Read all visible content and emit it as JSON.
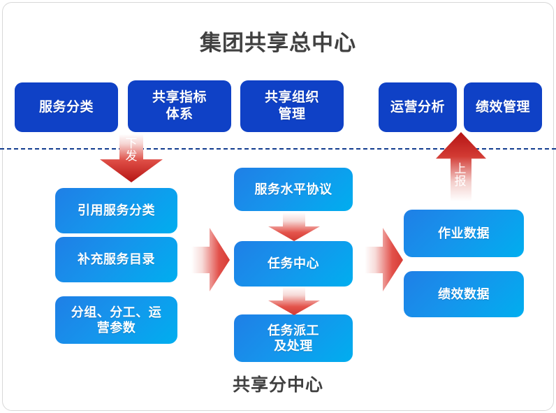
{
  "diagram": {
    "title": "集团共享总中心",
    "subtitle": "共享分中心",
    "colors": {
      "dark_blue": "#0F41C6",
      "light_blue_start": "#1F7FE6",
      "light_blue_end": "#00AEEF",
      "arrow_red": "#E0403A",
      "divider": "#123C8F",
      "title_text": "#404040"
    },
    "top_boxes": [
      {
        "label": "服务分类"
      },
      {
        "label": "共享指标\n体系",
        "line1": "共享指标",
        "line2": "体系"
      },
      {
        "label": "共享组织\n管理",
        "line1": "共享组织",
        "line2": "管理"
      },
      {
        "label": "运营分析"
      },
      {
        "label": "绩效管理"
      }
    ],
    "left_column": [
      {
        "label": "引用服务分类"
      },
      {
        "label": "补充服务目录"
      },
      {
        "line1": "分组、分工、运",
        "line2": "营参数"
      }
    ],
    "center_column": [
      {
        "label": "服务水平协议"
      },
      {
        "label": "任务中心"
      },
      {
        "line1": "任务派工",
        "line2": "及处理"
      }
    ],
    "right_column": [
      {
        "label": "作业数据"
      },
      {
        "label": "绩效数据"
      }
    ],
    "arrows": {
      "down": {
        "label_line1": "下",
        "label_line2": "发",
        "name": "下发"
      },
      "up": {
        "label_line1": "上",
        "label_line2": "报",
        "name": "上报"
      },
      "left_to_center": {
        "label": ""
      },
      "center_to_right": {
        "label": ""
      },
      "sla_to_task": {
        "label": ""
      },
      "task_to_dispatch": {
        "label": ""
      }
    }
  }
}
